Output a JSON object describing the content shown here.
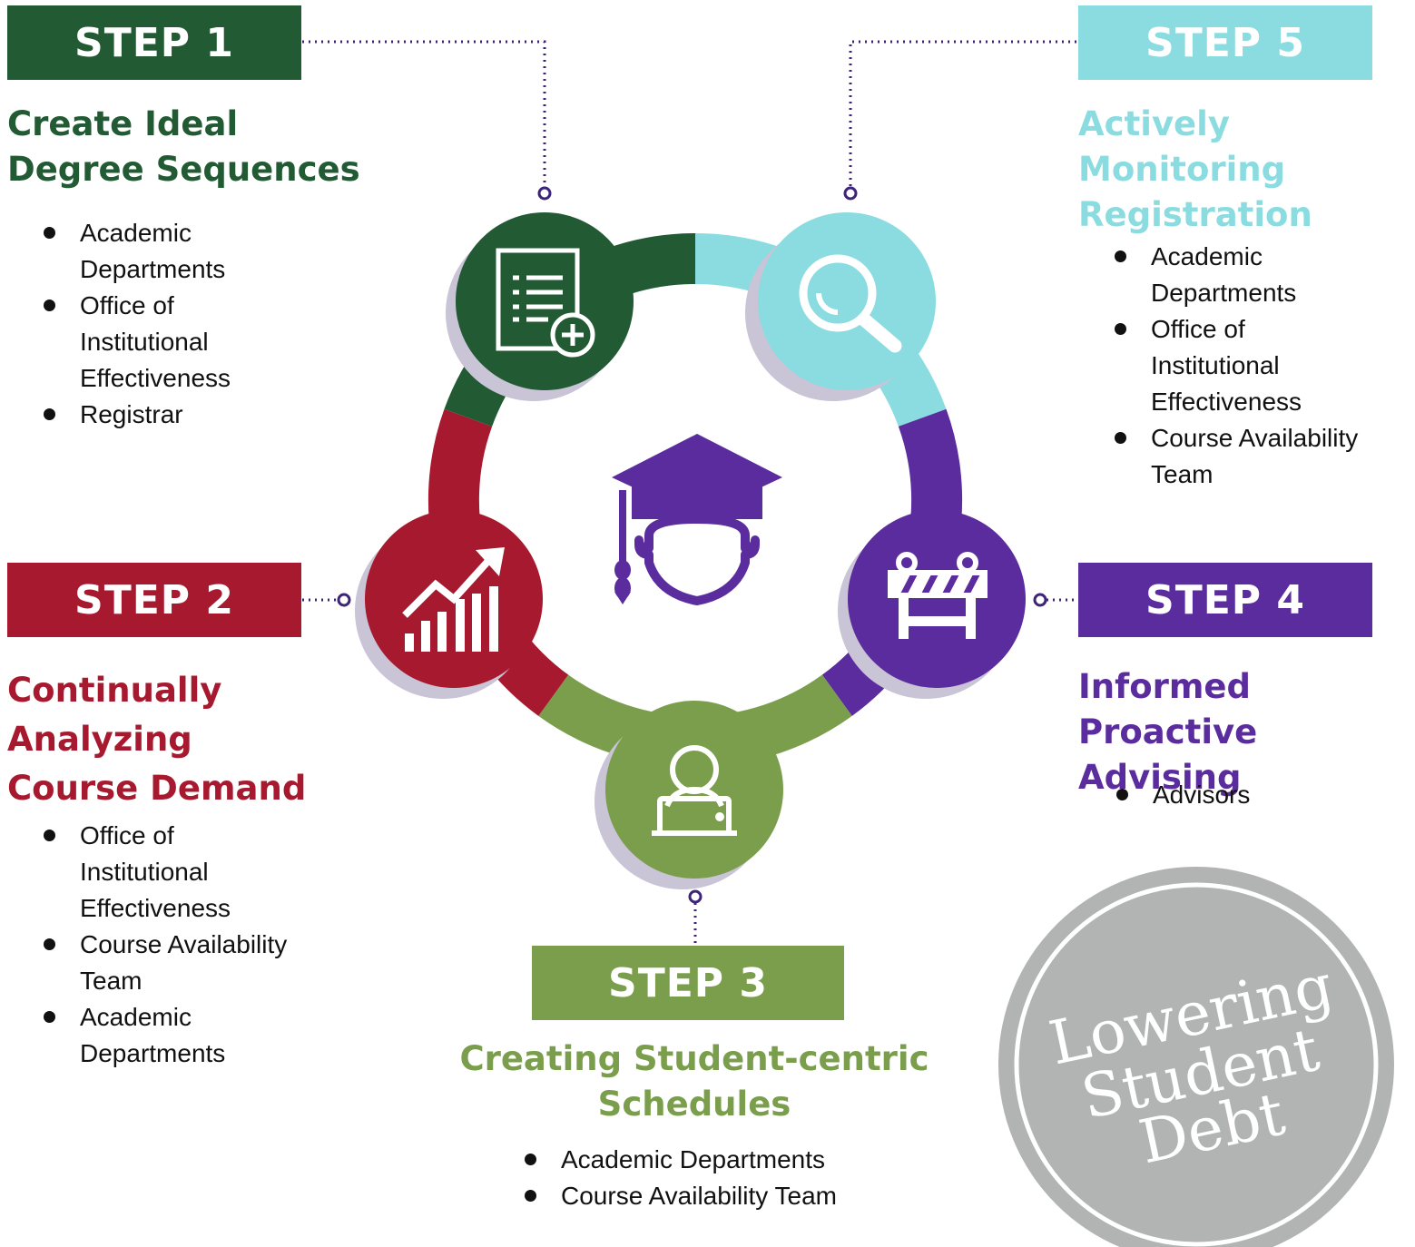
{
  "steps": [
    {
      "banner": "STEP 1",
      "title_lines": [
        "Create Ideal",
        "Degree Sequences"
      ],
      "items": [
        "Academic Departments",
        "Office of Institutional Effectiveness",
        "Registrar"
      ],
      "color": "#215a33",
      "icon": "document-plus-icon"
    },
    {
      "banner": "STEP 2",
      "title_lines": [
        "Continually",
        "Analyzing",
        "Course Demand"
      ],
      "items": [
        "Office of Institutional Effectiveness",
        "Course Availability Team",
        "Academic Departments"
      ],
      "color": "#a6192e",
      "icon": "growth-chart-icon"
    },
    {
      "banner": "STEP 3",
      "title_lines": [
        "Creating Student-centric",
        "Schedules"
      ],
      "items": [
        "Academic Departments",
        "Course Availability Team"
      ],
      "color": "#7a9e4b",
      "icon": "student-laptop-icon"
    },
    {
      "banner": "STEP 4",
      "title_lines": [
        "Informed",
        "Proactive Advising"
      ],
      "items": [
        "Advisors"
      ],
      "color": "#5b2c9e",
      "icon": "barrier-icon"
    },
    {
      "banner": "STEP 5",
      "title_lines": [
        "Actively",
        "Monitoring",
        "Registration"
      ],
      "items": [
        "Academic Departments",
        "Office of Institutional Effectiveness",
        "Course Availability Team"
      ],
      "color": "#8adce0",
      "icon": "magnifier-icon"
    }
  ],
  "center_icon": "graduate-cap-icon",
  "seal": {
    "lines": [
      "Lowering",
      "Student",
      "Debt"
    ],
    "color": "#b2b3b3"
  }
}
